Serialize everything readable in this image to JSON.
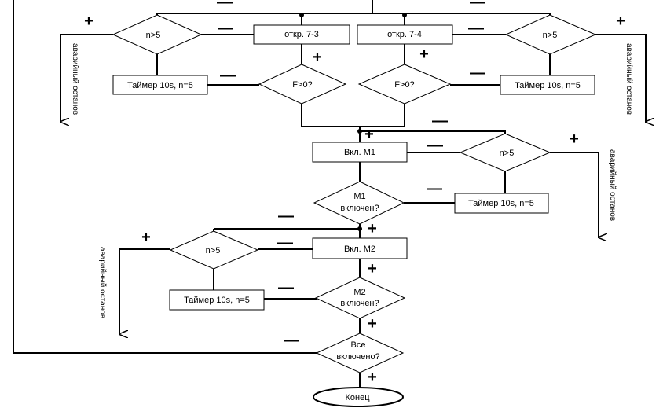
{
  "blocks": {
    "open_7_3": "откр. 7-3",
    "open_7_4": "откр. 7-4",
    "cond_n_left": "n>5",
    "cond_n_right": "n>5",
    "timer_left": "Таймер 10s, n=5",
    "timer_right": "Таймер 10s, n=5",
    "cond_f_left": "F>0?",
    "cond_f_right": "F>0?",
    "start_m1": "Вкл. М1",
    "cond_n_m1": "n>5",
    "check_m1_l1": "М1",
    "check_m1_l2": "включен?",
    "timer_m1": "Таймер 10s, n=5",
    "start_m2": "Вкл. М2",
    "cond_n_m2": "n>5",
    "check_m2_l1": "М2",
    "check_m2_l2": "включен?",
    "timer_m2": "Таймер 10s, n=5",
    "check_all_l1": "Все",
    "check_all_l2": "включено?",
    "end": "Конец"
  },
  "signs": {
    "plus": "+",
    "minus": "—"
  },
  "side_labels": {
    "emergency_stop": "аварийный останов"
  },
  "colors": {
    "line": "#000000",
    "fill": "#ffffff"
  }
}
